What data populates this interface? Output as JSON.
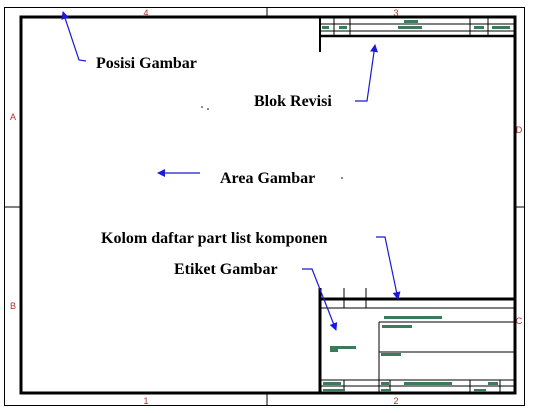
{
  "zones": {
    "top_4": "4",
    "top_3": "3",
    "bottom_1": "1",
    "bottom_2": "2",
    "left_A": "A",
    "left_B": "B",
    "right_D": "D",
    "right_C": "C"
  },
  "labels": {
    "posisi_gambar": "Posisi Gambar",
    "blok_revisi": "Blok Revisi",
    "area_gambar": "Area Gambar",
    "kolom_part_list": "Kolom daftar part list komponen",
    "etiket_gambar": "Etiket Gambar"
  },
  "colors": {
    "frame": "#000000",
    "arrow": "#1a1ad8",
    "zone_text": "#b03030",
    "bar": "#3c7a5c"
  }
}
